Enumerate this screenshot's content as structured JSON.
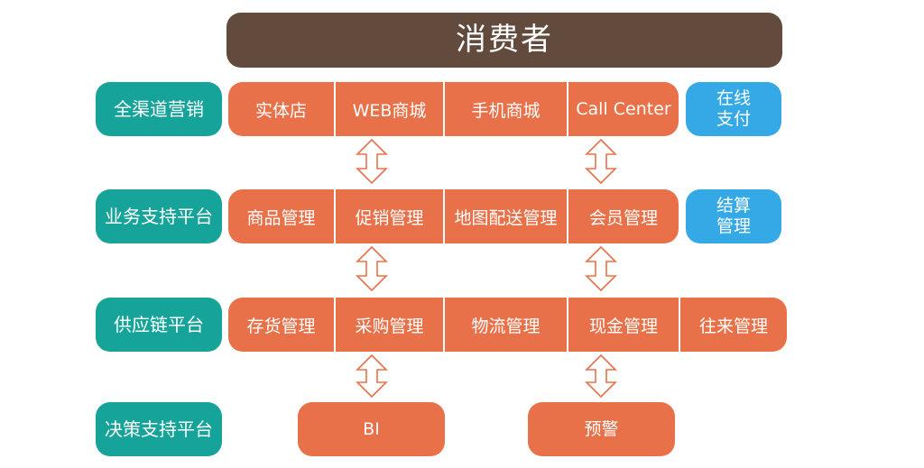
{
  "header": {
    "title": "消费者"
  },
  "rows": [
    {
      "label": "全渠道营销",
      "cells": [
        "实体店",
        "WEB商城",
        "手机商城",
        "Call Center"
      ],
      "side": [
        "在线",
        "支付"
      ]
    },
    {
      "label": "业务支持平台",
      "cells": [
        "商品管理",
        "促销管理",
        "地图配送管理",
        "会员管理"
      ],
      "side": [
        "结算",
        "管理"
      ]
    },
    {
      "label": "供应链平台",
      "cells": [
        "存货管理",
        "采购管理",
        "物流管理",
        "现金管理",
        "往来管理"
      ]
    },
    {
      "label": "决策支持平台",
      "boxes": [
        "BI",
        "预警"
      ]
    }
  ],
  "colors": {
    "header": "#624b3c",
    "label": "#16a399",
    "module": "#e8714a",
    "payment": "#35a9e6",
    "arrow": "#e8714a"
  }
}
